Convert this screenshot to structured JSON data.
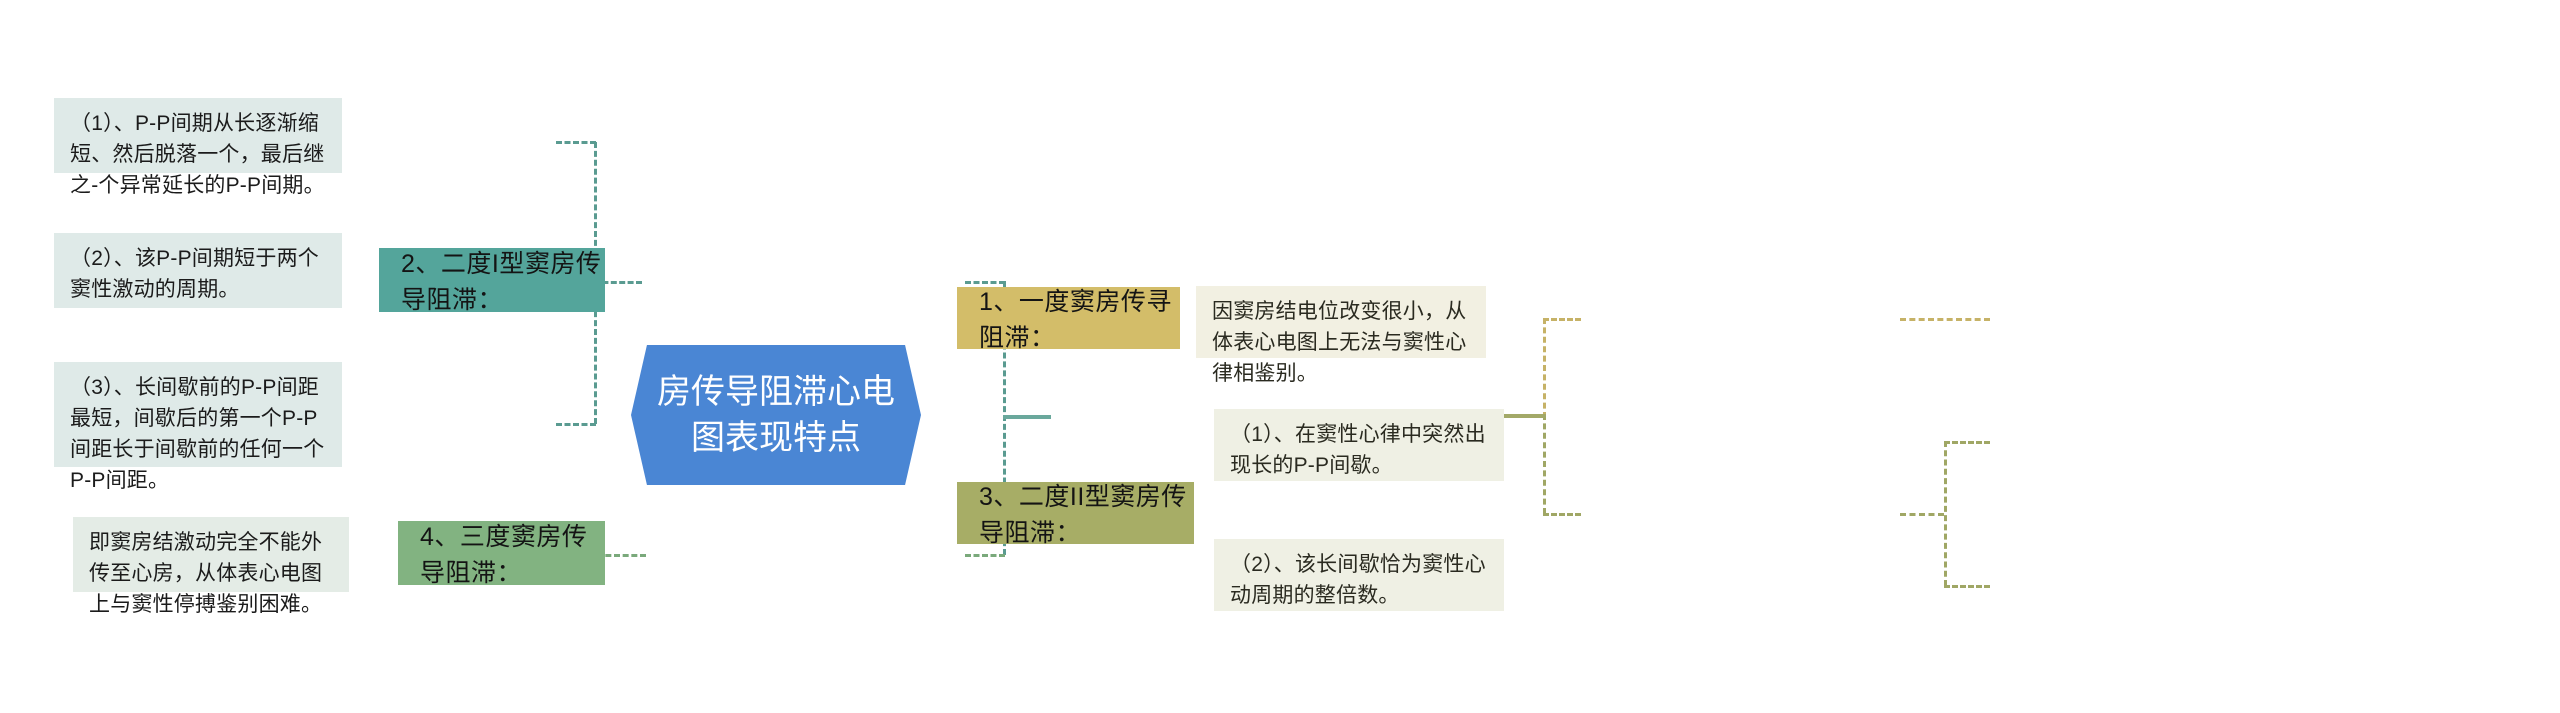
{
  "diagram": {
    "type": "mind-map",
    "center": {
      "title": "房传导阻滞心电图表现特点",
      "color": "#4a86d4",
      "shape": "hexagon"
    },
    "left_branches": [
      {
        "label": "2、二度I型窦房传导阻滞：",
        "color": "#54a59b",
        "children": [
          "（1）、P-P间期从长逐渐缩短、然后脱落一个，最后继之-个异常延长的P-P间期。",
          "（2）、该P-P间期短于两个窦性激动的周期。",
          "（3）、长间歇前的P-P间距最短，间歇后的第一个P-P间距长于间歇前的任何一个P-P间距。"
        ]
      },
      {
        "label": "4、三度窦房传导阻滞：",
        "color": "#82b381",
        "children": [
          "即窦房结激动完全不能外传至心房，从体表心电图上与窦性停搏鉴别困难。"
        ]
      }
    ],
    "right_branches": [
      {
        "label": "1、一度窦房传寻阻滞：",
        "color": "#d3bd69",
        "children": [
          "因窦房结电位改变很小，从体表心电图上无法与窦性心律相鉴别。"
        ]
      },
      {
        "label": "3、二度II型窦房传导阻滞：",
        "color": "#a7ad66",
        "children": [
          "（1）、在窦性心律中突然出现长的P-P间歇。",
          "（2）、该长间歇恰为窦性心动周期的整倍数。"
        ]
      }
    ],
    "connector_colors": {
      "teal": "#5a9b91",
      "green": "#7aa97b",
      "gold": "#c6b267",
      "olive": "#a0a765"
    },
    "background": "#ffffff"
  }
}
